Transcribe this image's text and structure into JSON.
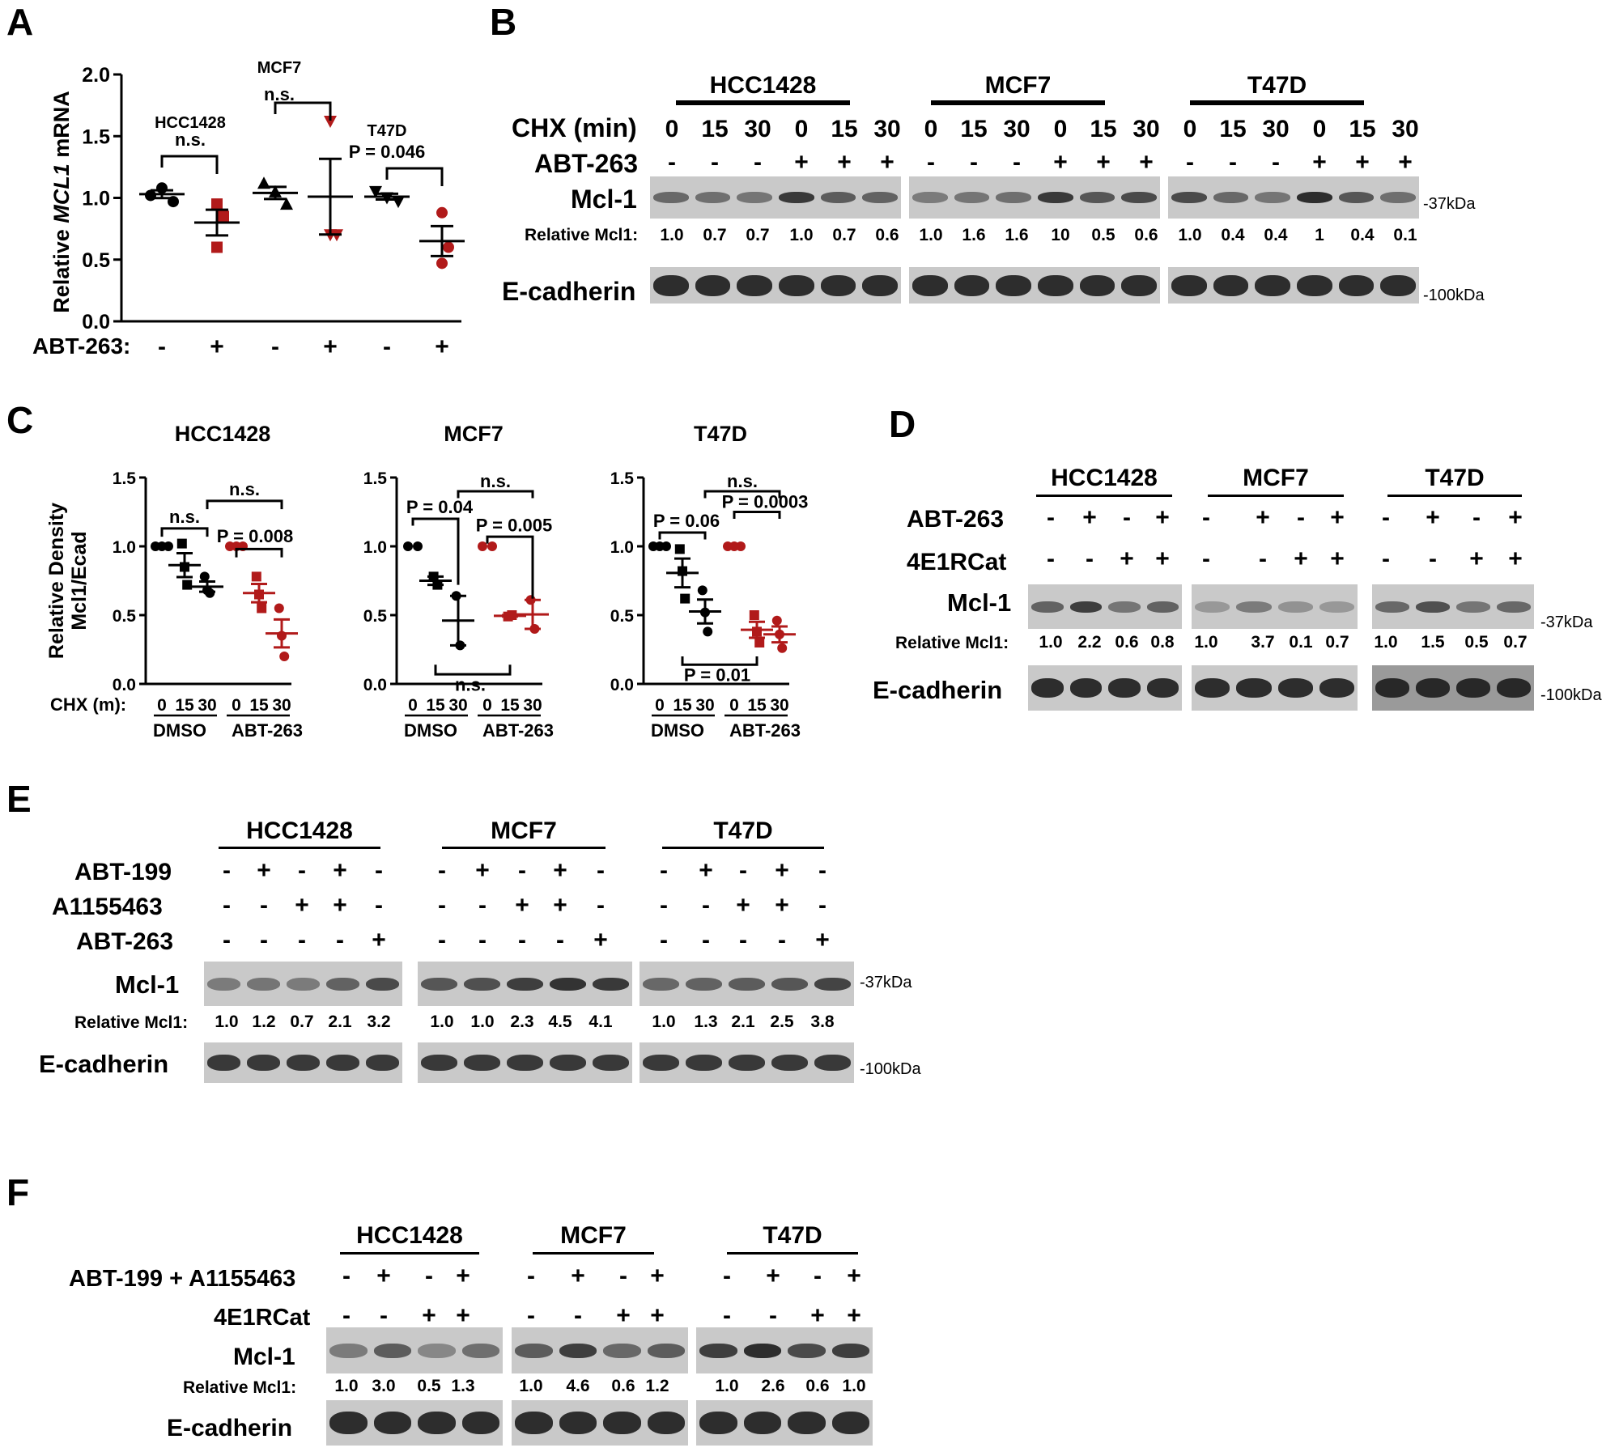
{
  "panels": {
    "A": {
      "letter": "A",
      "chart_data": {
        "type": "scatter",
        "ylabel_pre": "Relative ",
        "ylabel_gene": "MCL1",
        "ylabel_post": " mRNA",
        "ylim": [
          0,
          2.0
        ],
        "yticks": [
          "0.0",
          "0.5",
          "1.0",
          "1.5",
          "2.0"
        ],
        "row_label": "ABT-263:",
        "signs": [
          "-",
          "+",
          "-",
          "+",
          "-",
          "+"
        ],
        "groups": [
          {
            "name": "HCC1428",
            "stat": "n.s.",
            "minus": [
              1.02,
              1.08,
              0.97
            ],
            "minus_mean": 1.03,
            "plus": [
              0.95,
              0.85,
              0.6
            ],
            "plus_mean": 0.8
          },
          {
            "name": "MCF7",
            "stat": "n.s.",
            "minus": [
              1.12,
              1.05,
              0.95
            ],
            "minus_mean": 1.04,
            "plus": [
              1.62,
              0.7,
              0.7
            ],
            "plus_mean": 1.01
          },
          {
            "name": "T47D",
            "stat": "P = 0.046",
            "minus": [
              1.05,
              1.0,
              0.97
            ],
            "minus_mean": 1.01,
            "plus": [
              0.88,
              0.6,
              0.47
            ],
            "plus_mean": 0.65
          }
        ]
      }
    },
    "B": {
      "letter": "B",
      "cells": [
        "HCC1428",
        "MCF7",
        "T47D"
      ],
      "row1_label": "CHX (min)",
      "chx": [
        "0",
        "15",
        "30",
        "0",
        "15",
        "30"
      ],
      "row2_label": "ABT-263",
      "abt": [
        "-",
        "-",
        "-",
        "+",
        "+",
        "+"
      ],
      "mcl1_label": "Mcl-1",
      "rel_label": "Relative  Mcl1:",
      "rel": [
        [
          "1.0",
          "0.7",
          "0.7",
          "1.0",
          "0.7",
          "0.6"
        ],
        [
          "1.0",
          "1.6",
          "1.6",
          "10",
          "0.5",
          "0.6"
        ],
        [
          "1.0",
          "0.4",
          "0.4",
          "1",
          "0.4",
          "0.1"
        ]
      ],
      "ecad_label": "E-cadherin",
      "kda_top": "-37kDa",
      "kda_bottom": "-100kDa"
    },
    "C": {
      "letter": "C",
      "ylabel1": "Relative Density",
      "ylabel2": "Mcl1/Ecad",
      "row_label": "CHX (m):",
      "times": [
        "0",
        "15",
        "30",
        "0",
        "15",
        "30"
      ],
      "groups": [
        "DMSO",
        "ABT-263"
      ],
      "yticks": [
        "0.0",
        "0.5",
        "1.0",
        "1.5"
      ],
      "chart_data": [
        {
          "type": "scatter",
          "title": "HCC1428",
          "ylim": [
            0,
            1.5
          ],
          "dmso": [
            [
              1.0,
              1.0,
              1.0
            ],
            [
              1.02,
              0.85,
              0.72
            ],
            [
              0.78,
              0.68,
              0.66
            ]
          ],
          "abt": [
            [
              1.0,
              1.0,
              1.0
            ],
            [
              0.78,
              0.65,
              0.55
            ],
            [
              0.55,
              0.35,
              0.2
            ]
          ],
          "annotations": [
            "n.s.",
            "n.s.",
            "P = 0.008"
          ]
        },
        {
          "type": "scatter",
          "title": "MCF7",
          "ylim": [
            0,
            1.5
          ],
          "dmso": [
            [
              1.0,
              1.0
            ],
            [
              0.78,
              0.72
            ],
            [
              0.64,
              0.28
            ]
          ],
          "abt": [
            [
              1.0,
              1.0
            ],
            [
              0.49,
              0.5
            ],
            [
              0.61,
              0.4
            ]
          ],
          "annotations": [
            "P = 0.04",
            "n.s.",
            "P = 0.005",
            "n.s."
          ]
        },
        {
          "type": "scatter",
          "title": "T47D",
          "ylim": [
            0,
            1.5
          ],
          "dmso": [
            [
              1.0,
              1.0,
              1.0
            ],
            [
              0.98,
              0.82,
              0.62
            ],
            [
              0.68,
              0.52,
              0.38
            ]
          ],
          "abt": [
            [
              1.0,
              1.0,
              1.0
            ],
            [
              0.5,
              0.38,
              0.3
            ],
            [
              0.46,
              0.36,
              0.26
            ]
          ],
          "annotations": [
            "P = 0.06",
            "n.s.",
            "P = 0.0003",
            "P = 0.01"
          ]
        }
      ]
    },
    "D": {
      "letter": "D",
      "cells": [
        "HCC1428",
        "MCF7",
        "T47D"
      ],
      "abt_label": "ABT-263",
      "abt": [
        "-",
        "+",
        "-",
        "+"
      ],
      "cat_label": "4E1RCat",
      "cat": [
        "-",
        "-",
        "+",
        "+"
      ],
      "mcl1_label": "Mcl-1",
      "rel_label": "Relative  Mcl1:",
      "rel": [
        [
          "1.0",
          "2.2",
          "0.6",
          "0.8"
        ],
        [
          "1.0",
          "3.7",
          "0.1",
          "0.7"
        ],
        [
          "1.0",
          "1.5",
          "0.5",
          "0.7"
        ]
      ],
      "ecad_label": "E-cadherin",
      "kda_top": "-37kDa",
      "kda_bottom": "-100kDa"
    },
    "E": {
      "letter": "E",
      "cells": [
        "HCC1428",
        "MCF7",
        "T47D"
      ],
      "r1_label": "ABT-199",
      "r1": [
        "-",
        "+",
        "-",
        "+",
        "-"
      ],
      "r2_label": "A1155463",
      "r2": [
        "-",
        "-",
        "+",
        "+",
        "-"
      ],
      "r3_label": "ABT-263",
      "r3": [
        "-",
        "-",
        "-",
        "-",
        "+"
      ],
      "mcl1_label": "Mcl-1",
      "rel_label": "Relative  Mcl1:",
      "rel": [
        [
          "1.0",
          "1.2",
          "0.7",
          "2.1",
          "3.2"
        ],
        [
          "1.0",
          "1.0",
          "2.3",
          "4.5",
          "4.1"
        ],
        [
          "1.0",
          "1.3",
          "2.1",
          "2.5",
          "3.8"
        ]
      ],
      "ecad_label": "E-cadherin",
      "kda_top": "-37kDa",
      "kda_bottom": "-100kDa"
    },
    "F": {
      "letter": "F",
      "cells": [
        "HCC1428",
        "MCF7",
        "T47D"
      ],
      "r1_label": "ABT-199 + A1155463",
      "r1": [
        "-",
        "+",
        "-",
        "+"
      ],
      "r2_label": "4E1RCat",
      "r2": [
        "-",
        "-",
        "+",
        "+"
      ],
      "mcl1_label": "Mcl-1",
      "rel_label": "Relative  Mcl1:",
      "rel": [
        [
          "1.0",
          "3.0",
          "0.5",
          "1.3"
        ],
        [
          "1.0",
          "4.6",
          "0.6",
          "1.2"
        ],
        [
          "1.0",
          "2.6",
          "0.6",
          "1.0"
        ]
      ],
      "ecad_label": "E-cadherin"
    }
  },
  "colors": {
    "black": "#000000",
    "red": "#b11a1a",
    "blot_bg": "#c9c9c9",
    "band": "#3a3a3a"
  }
}
